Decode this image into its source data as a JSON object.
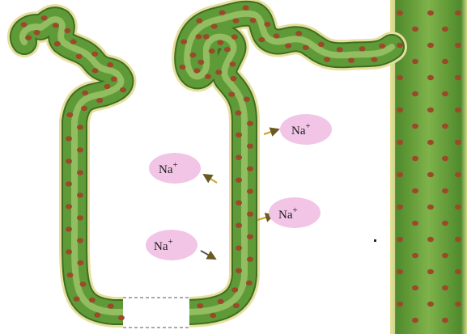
{
  "ions": [
    {
      "symbol": "Na",
      "charge": "+"
    },
    {
      "symbol": "Na",
      "charge": "+"
    },
    {
      "symbol": "Na",
      "charge": "+"
    },
    {
      "symbol": "Na",
      "charge": "+"
    }
  ],
  "colors": {
    "tubule_fill": "#5f9a38",
    "tubule_light": "#9fc56a",
    "tubule_edge": "#3f6e22",
    "tubule_rim": "#e8e2a0",
    "nucleus": "#9a4a2a",
    "ion_bubble": "#f2c4e6",
    "arrow": "#c8a030"
  }
}
